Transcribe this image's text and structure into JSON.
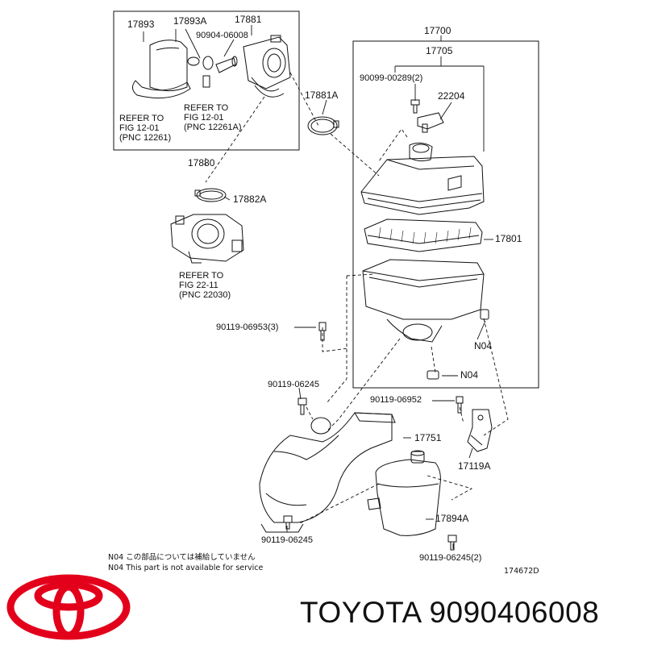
{
  "callouts": {
    "p17893": "17893",
    "p17893a": "17893A",
    "p17881": "17881",
    "p90904_06008": "90904-06008",
    "refer_fig_12_01_a": "REFER TO\nFIG 12-01\n(PNC 12261)",
    "refer_fig_12_01_b": "REFER TO\nFIG 12-01\n(PNC 12261A)",
    "p17880": "17880",
    "p17882a": "17882A",
    "refer_fig_22_11": "REFER TO\nFIG 22-11\n(PNC 22030)",
    "p17881a": "17881A",
    "p17700": "17700",
    "p17705": "17705",
    "p90099_00289": "90099-00289(2)",
    "p22204": "22204",
    "p17801": "17801",
    "p90119_06953": "90119-06953(3)",
    "n04_a": "N04",
    "n04_b": "N04",
    "p90119_06245_top": "90119-06245",
    "p90119_06952": "90119-06952",
    "p17751": "17751",
    "p17119a": "17119A",
    "p17894a": "17894A",
    "p90119_06245_bottom": "90119-06245",
    "p90119_06245_2": "90119-06245(2)"
  },
  "notes": {
    "line1": "N04  この部品については補給していません",
    "line2": "N04  This part is not available for service",
    "diagram_id": "174672D"
  },
  "brand": {
    "text": "TOYOTA 9090406008",
    "logo_color": "#e3001b"
  }
}
